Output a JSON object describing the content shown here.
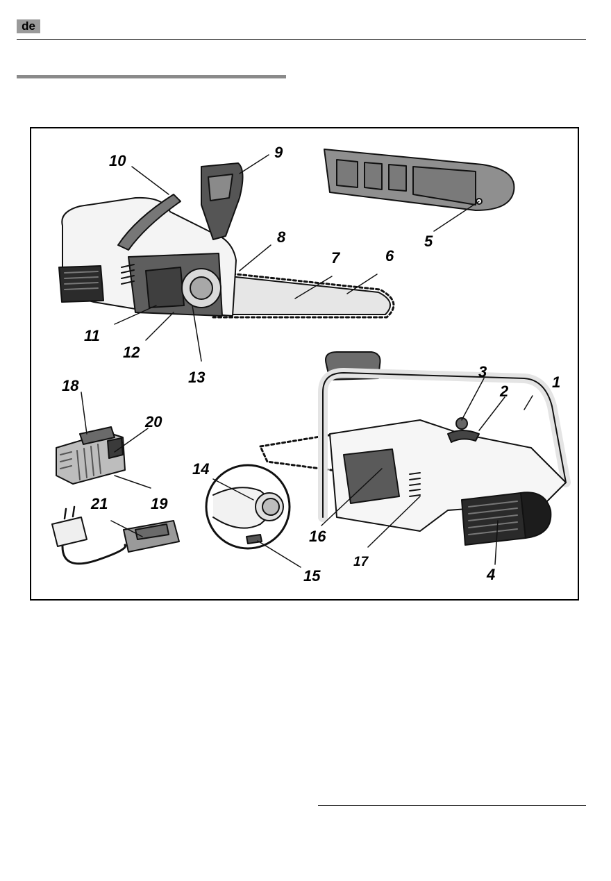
{
  "header": {
    "language_code": "de"
  },
  "figure": {
    "callouts": [
      "1",
      "2",
      "3",
      "4",
      "5",
      "6",
      "7",
      "8",
      "9",
      "10",
      "11",
      "12",
      "13",
      "14",
      "15",
      "16",
      "17",
      "18",
      "19",
      "20",
      "21"
    ]
  }
}
